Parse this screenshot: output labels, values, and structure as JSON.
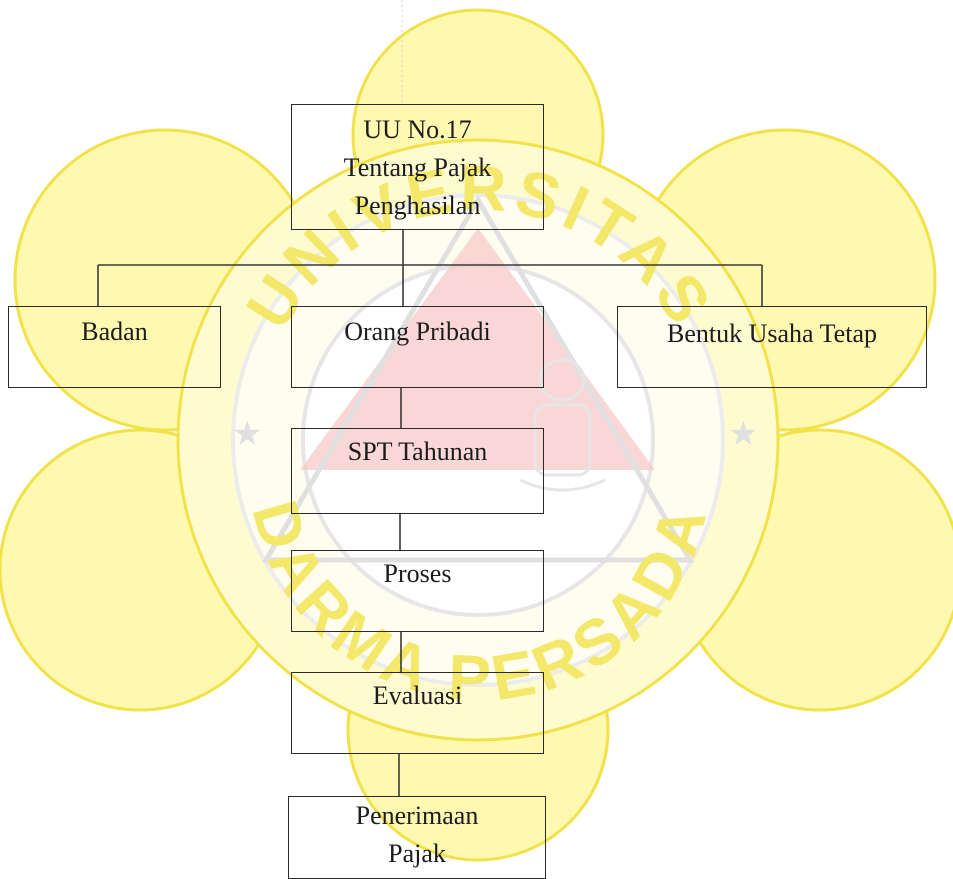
{
  "diagram": {
    "root": {
      "lines": [
        "UU No.17",
        "Tentang Pajak",
        "Penghasilan"
      ]
    },
    "branches": [
      {
        "label": "Badan"
      },
      {
        "label": "Orang Pribadi"
      },
      {
        "label": "Bentuk Usaha Tetap"
      }
    ],
    "flow": [
      {
        "label": "SPT Tahunan"
      },
      {
        "label": "Proses"
      },
      {
        "label": "Evaluasi"
      },
      {
        "lines": [
          "Penerimaan",
          "Pajak"
        ]
      }
    ]
  },
  "watermark": {
    "top_text": "UNIVERSITAS",
    "bottom_text": "DARMA PERSADA",
    "colors": {
      "petal": "#fff8b0",
      "stroke": "#f1e24a",
      "text": "#f3e86a",
      "red": "#f7c9c9",
      "grey": "#e0e0e0"
    }
  }
}
